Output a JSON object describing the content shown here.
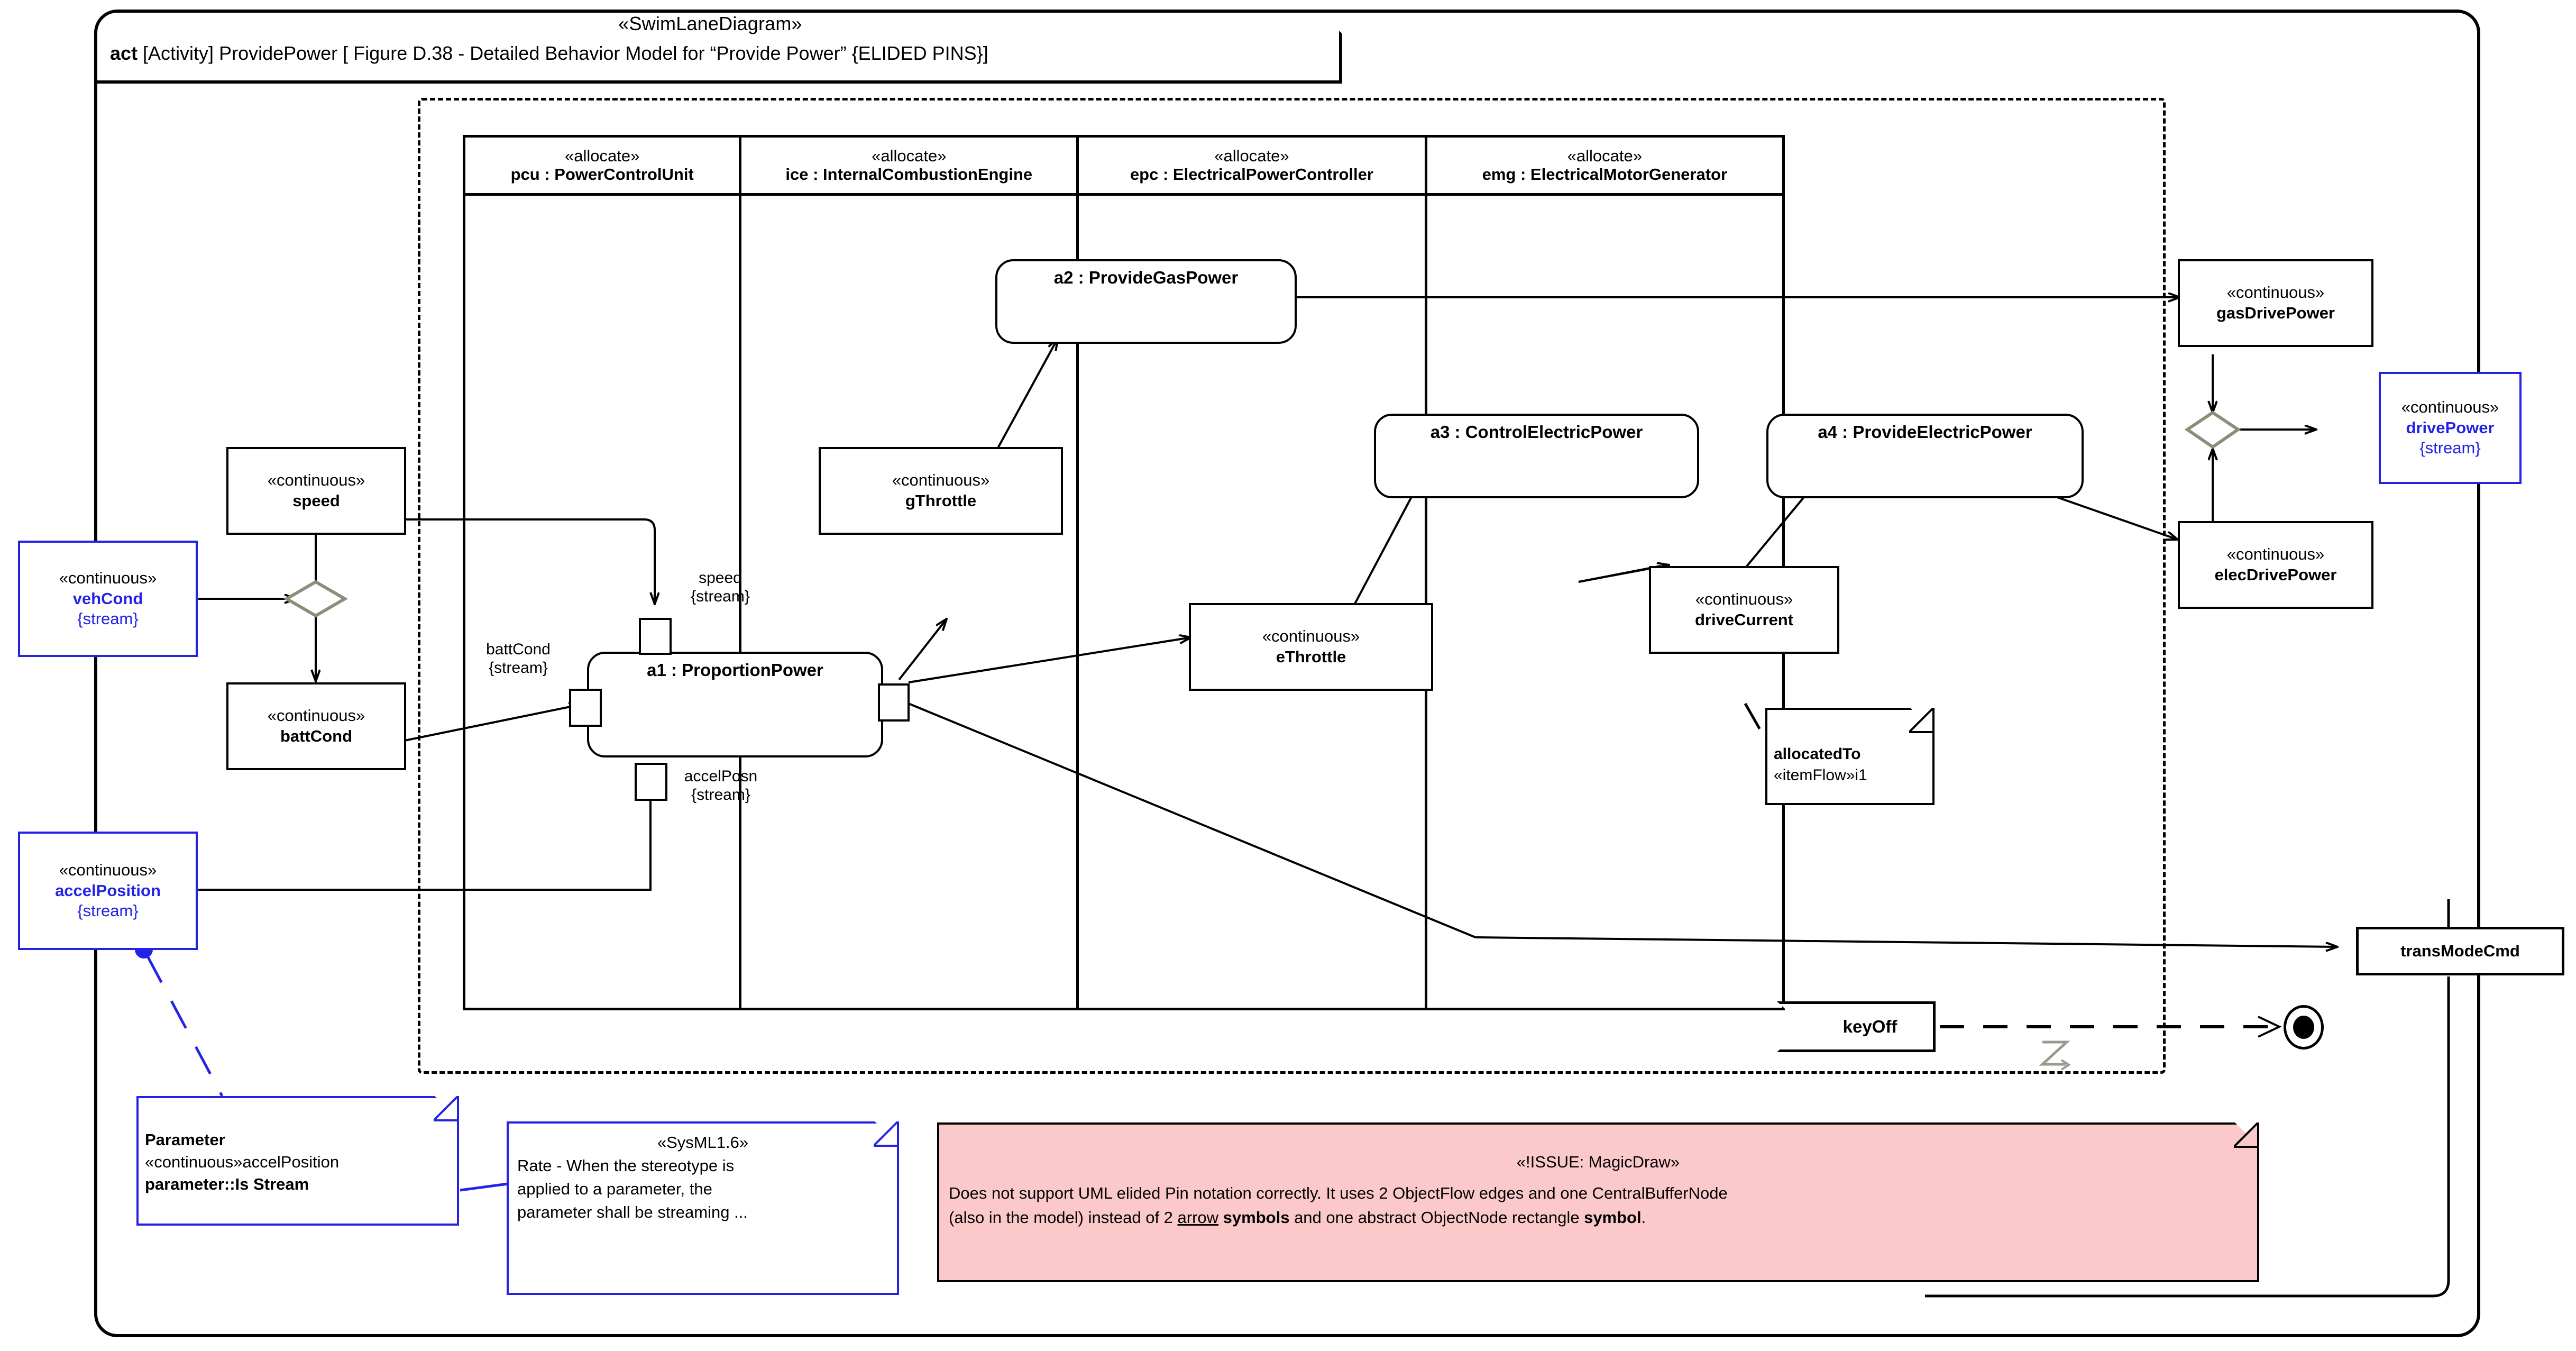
{
  "frame": {
    "stereotype": "«SwimLaneDiagram»",
    "keyword": "act",
    "title": "[Activity] ProvidePower [ Figure D.38 - Detailed Behavior Model for “Provide Power” {ELIDED PINS}]"
  },
  "swimlanes": [
    {
      "stereotype": "«allocate»",
      "name": "pcu : PowerControlUnit"
    },
    {
      "stereotype": "«allocate»",
      "name": "ice : InternalCombustionEngine"
    },
    {
      "stereotype": "«allocate»",
      "name": "epc : ElectricalPowerController"
    },
    {
      "stereotype": "«allocate»",
      "name": "emg : ElectricalMotorGenerator"
    }
  ],
  "object_nodes": {
    "veh_cond": {
      "stereotype": "«continuous»",
      "name": "vehCond",
      "property": "{stream}"
    },
    "accel_position": {
      "stereotype": "«continuous»",
      "name": "accelPosition",
      "property": "{stream}"
    },
    "speed": {
      "stereotype": "«continuous»",
      "name": "speed",
      "property": ""
    },
    "batt_cond": {
      "stereotype": "«continuous»",
      "name": "battCond",
      "property": ""
    },
    "g_throttle": {
      "stereotype": "«continuous»",
      "name": "gThrottle",
      "property": ""
    },
    "e_throttle": {
      "stereotype": "«continuous»",
      "name": "eThrottle",
      "property": ""
    },
    "drive_current": {
      "stereotype": "«continuous»",
      "name": "driveCurrent",
      "property": ""
    },
    "gas_drive_power": {
      "stereotype": "«continuous»",
      "name": "gasDrivePower",
      "property": ""
    },
    "elec_drive_power": {
      "stereotype": "«continuous»",
      "name": "elecDrivePower",
      "property": ""
    },
    "drive_power": {
      "stereotype": "«continuous»",
      "name": "drivePower",
      "property": "{stream}"
    },
    "trans_mode_cmd": {
      "stereotype": "",
      "name": "transModeCmd",
      "property": ""
    }
  },
  "actions": {
    "a1": "a1 : ProportionPower",
    "a2": "a2 : ProvideGasPower",
    "a3": "a3 : ControlElectricPower",
    "a4": "a4 : ProvideElectricPower"
  },
  "edge_labels": {
    "speed_pin": "speed",
    "speed_pin_2": "{stream}",
    "batt_cond_pin": "battCond",
    "batt_cond_pin_2": "{stream}",
    "accel_posn_pin": "accelPosn",
    "accel_posn_pin_2": "{stream}"
  },
  "signal": {
    "key_off": "keyOff"
  },
  "notes": {
    "allocated_to": {
      "line1": "allocatedTo",
      "line2": "«itemFlow»i1"
    },
    "parameter": {
      "line1": "Parameter",
      "line2": "«continuous»accelPosition",
      "line3": "parameter::Is Stream"
    },
    "sysml": {
      "line1": "«SysML1.6»",
      "line2": "Rate - When the stereotype is",
      "line3": "applied to a parameter, the",
      "line4": "parameter shall be streaming ..."
    },
    "issue": {
      "title": "«!ISSUE: MagicDraw»",
      "line1_a": "Does not support UML elided Pin notation correctly. It uses 2 ObjectFlow edges and one CentralBufferNode",
      "line2_a": "(also in the model) instead of 2 ",
      "line2_underline": "arrow",
      "line2_b": " ",
      "line2_bold": "symbols",
      "line2_c": " and one abstract ObjectNode rectangle ",
      "line2_bold2": "symbol",
      "line2_d": "."
    }
  },
  "colors": {
    "stream_blue": "#2323e6",
    "issue_pink": "#fbc9c9",
    "decision_gray": "#8d8d7a",
    "outline_black": "#000000"
  }
}
